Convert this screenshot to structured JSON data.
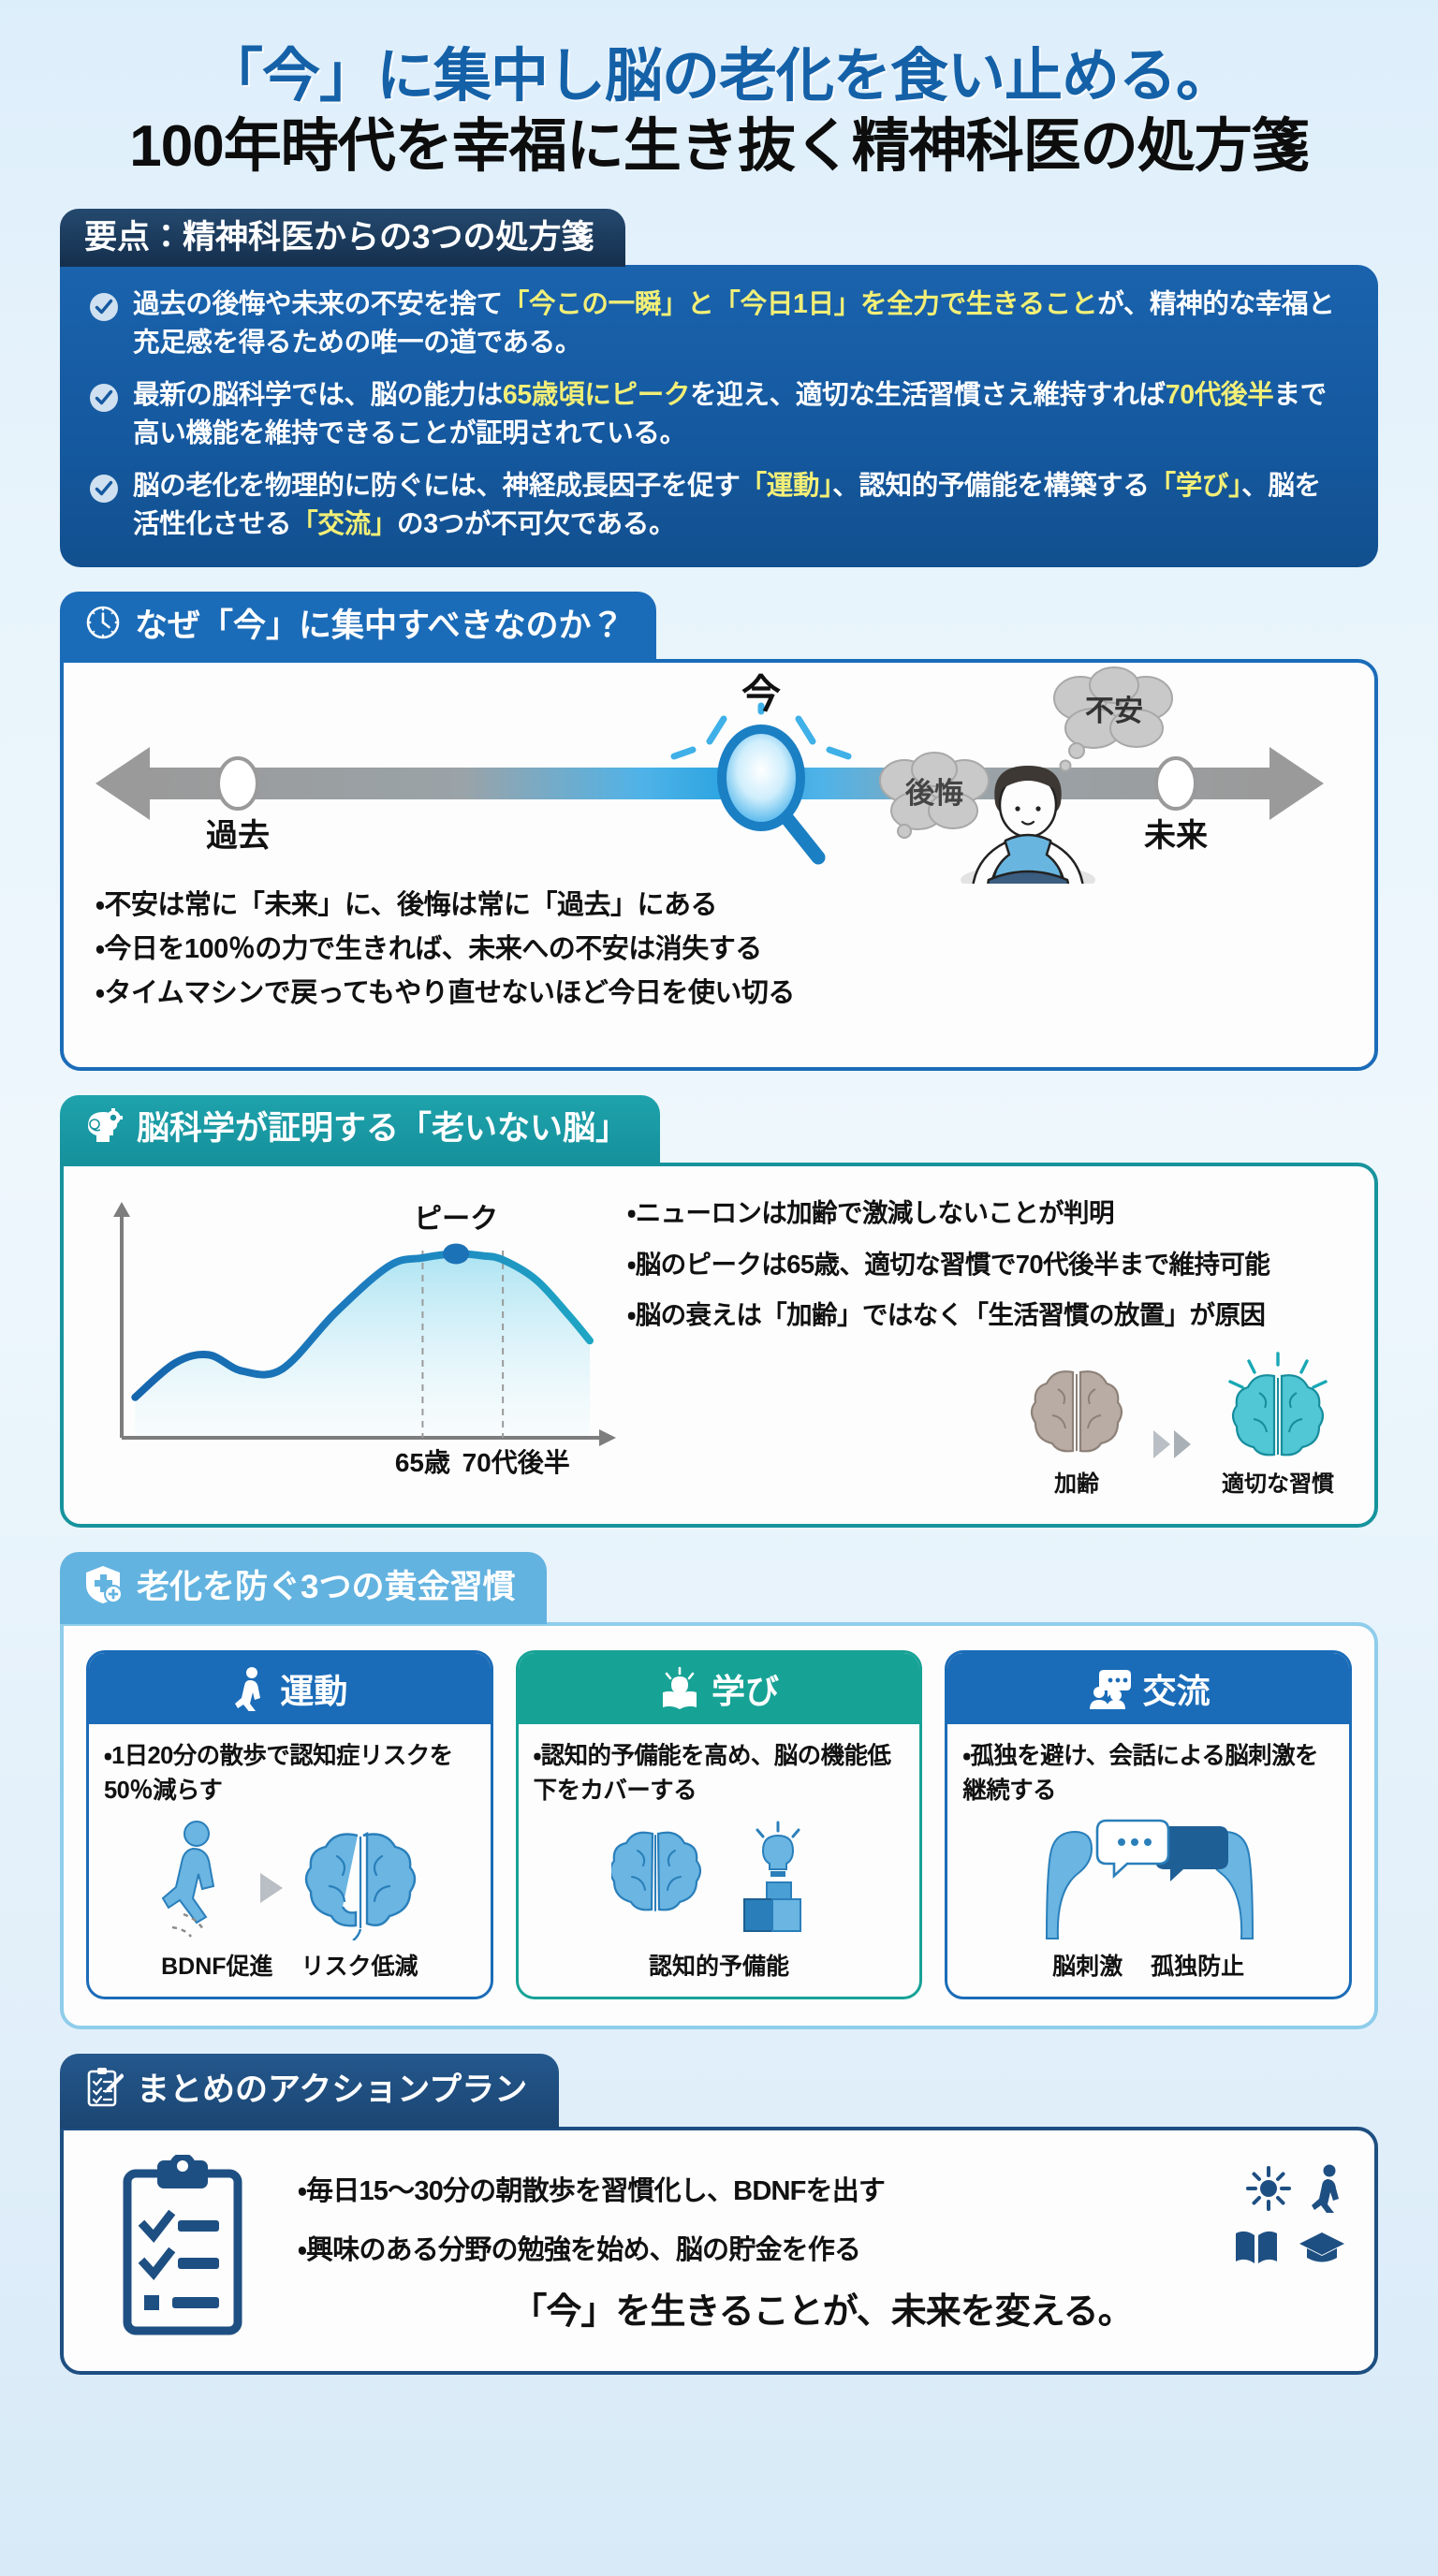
{
  "title": {
    "line1": "「今」に集中し脳の老化を食い止める。",
    "line2": "100年時代を幸福に生き抜く精神科医の処方箋"
  },
  "key_points": {
    "tab_label": "要点：精神科医からの3つの処方箋",
    "tab_icon": "none",
    "items": [
      {
        "parts": [
          {
            "t": "過去の後悔や未来の不安を捨て",
            "hl": false
          },
          {
            "t": "「今この一瞬」と「今日1日」を全力で生きること",
            "hl": true
          },
          {
            "t": "が、精神的な幸福と充足感を得るための唯一の道である。",
            "hl": false
          }
        ]
      },
      {
        "parts": [
          {
            "t": "最新の脳科学では、脳の能力は",
            "hl": false
          },
          {
            "t": "65歳頃にピーク",
            "hl": true
          },
          {
            "t": "を迎え、適切な生活習慣さえ維持すれば",
            "hl": false
          },
          {
            "t": "70代後半",
            "hl": true
          },
          {
            "t": "まで高い機能を維持できることが証明されている。",
            "hl": false
          }
        ]
      },
      {
        "parts": [
          {
            "t": "脳の老化を物理的に防ぐには、神経成長因子を促す",
            "hl": false
          },
          {
            "t": "「運動」",
            "hl": true
          },
          {
            "t": "、認知的予備能を構築する",
            "hl": false
          },
          {
            "t": "「学び」",
            "hl": true
          },
          {
            "t": "、脳を活性化させる",
            "hl": false
          },
          {
            "t": "「交流」",
            "hl": true
          },
          {
            "t": "の3つが不可欠である。",
            "hl": false
          }
        ]
      }
    ]
  },
  "why_now": {
    "tab_label": "なぜ「今」に集中すべきなのか？",
    "tab_icon": "clock-icon",
    "timeline": {
      "now_label": "今",
      "past_label": "過去",
      "future_label": "未来",
      "thought_regret": "後悔",
      "thought_anxiety": "不安"
    },
    "bullets": [
      "・不安は常に「未来」に、後悔は常に「過去」にある",
      "・今日を100％の力で生きれば、未来への不安は消失する",
      "・タイムマシンで戻ってもやり直せないほど今日を使い切る"
    ]
  },
  "brain_science": {
    "tab_label": "脳科学が証明する「老いない脳」",
    "tab_icon": "brain-gear-icon",
    "bullets": [
      "・ニューロンは加齢で激減しないことが判明",
      "・脳のピークは65歳、適切な習慣で70代後半まで維持可能",
      "・脳の衰えは「加齢」ではなく「生活習慣の放置」が原因"
    ],
    "brain_compare": {
      "old_caption": "加齢",
      "new_caption": "適切な習慣"
    }
  },
  "chart_data": {
    "type": "line",
    "title": "",
    "xlabel": "",
    "ylabel": "",
    "peak_label": "ピーク",
    "x_tick_labels": [
      "65歳",
      "70代後半"
    ],
    "x_tick_positions": [
      65,
      77
    ],
    "xlim": [
      20,
      90
    ],
    "ylim": [
      0,
      100
    ],
    "grid": false,
    "legend": "none",
    "annotations": [
      {
        "text": "ピーク",
        "x": 70,
        "y": 93
      },
      {
        "text": "65歳",
        "x": 65,
        "y": 0
      },
      {
        "text": "70代後半",
        "x": 77,
        "y": 0
      }
    ],
    "peak_point": {
      "x": 70,
      "y": 91
    },
    "series": [
      {
        "name": "脳の能力",
        "x": [
          22,
          28,
          33,
          38,
          44,
          52,
          60,
          65,
          70,
          74,
          77,
          82,
          87,
          90
        ],
        "values": [
          20,
          37,
          41,
          33,
          34,
          62,
          85,
          89,
          91,
          90,
          88,
          78,
          60,
          48
        ]
      }
    ]
  },
  "habits": {
    "tab_label": "老化を防ぐ3つの黄金習慣",
    "tab_icon": "shield-plus-icon",
    "cards": [
      {
        "title": "運動",
        "icon": "walking-person-icon",
        "accent": "#1b6cb8",
        "text": "・1日20分の散歩で認知症リスクを50％減らす",
        "captions": [
          "BDNF促進",
          "リスク低減"
        ]
      },
      {
        "title": "学び",
        "icon": "book-lightbulb-icon",
        "accent": "#17a296",
        "text": "・認知的予備能を高め、脳の機能低下をカバーする",
        "captions": [
          "認知的予備能"
        ]
      },
      {
        "title": "交流",
        "icon": "people-chat-icon",
        "accent": "#1b6cb8",
        "text": "・孤独を避け、会話による脳刺激を継続する",
        "captions": [
          "脳刺激",
          "孤独防止"
        ]
      }
    ]
  },
  "action_plan": {
    "tab_label": "まとめのアクションプラン",
    "tab_icon": "clipboard-pencil-icon",
    "lines": [
      {
        "text": "・毎日15〜30分の朝散歩を習慣化し、BDNFを出す",
        "icons": [
          "sun-icon",
          "walking-person-icon"
        ]
      },
      {
        "text": "・興味のある分野の勉強を始め、脳の貯金を作る",
        "icons": [
          "open-book-icon",
          "graduation-cap-icon"
        ]
      }
    ],
    "final_text": "「今」を生きることが、未来を変える。"
  },
  "colors": {
    "navy": "#1a3a5c",
    "blue": "#1b6cb8",
    "teal": "#17a296",
    "light_blue": "#63b3e0",
    "highlight_yellow": "#f2ef77",
    "title_blue": "#1461a8"
  }
}
